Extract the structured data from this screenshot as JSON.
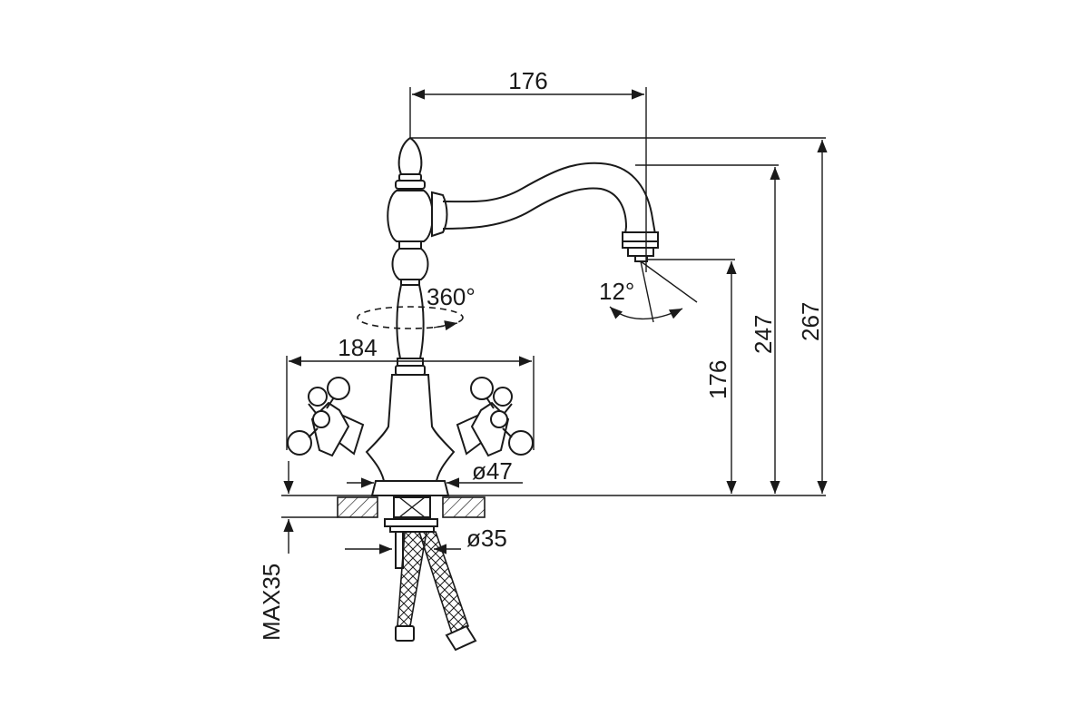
{
  "drawing": {
    "dimensions": {
      "spout_reach": "176",
      "rotation_angle": "360°",
      "handle_span": "184",
      "base_diameter": "ø47",
      "hole_diameter": "ø35",
      "aerator_angle": "12°",
      "outlet_height": "176",
      "spout_height": "247",
      "total_height": "267",
      "max_countertop": "MAX35"
    }
  }
}
